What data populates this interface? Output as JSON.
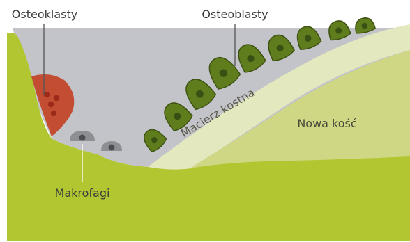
{
  "labels": {
    "osteoclasts": "Osteoklasty",
    "osteoblasts": "Osteoblasty",
    "macrophages": "Makrofagi",
    "matrix": "Macierz kostna",
    "new_bone": "Nowa kość"
  },
  "colors": {
    "background": "#ffffff",
    "cavity": "#c3c4c9",
    "bone": "#b2c632",
    "matrix": "#e4e8bf",
    "new_bone": "#cfd684",
    "osteoblast_cell": "#5f7d1c",
    "osteoblast_outline": "#3e5212",
    "osteoblast_nucleus": "#385014",
    "osteoclast_cell": "#c24d32",
    "osteoclast_nucleus": "#9c2a1b",
    "macrophage_cell": "#8e8f93",
    "macrophage_nucleus": "#4d4e52",
    "text": "#3c3c3c",
    "leader_dark": "#555555",
    "leader_light": "#ffffff"
  }
}
